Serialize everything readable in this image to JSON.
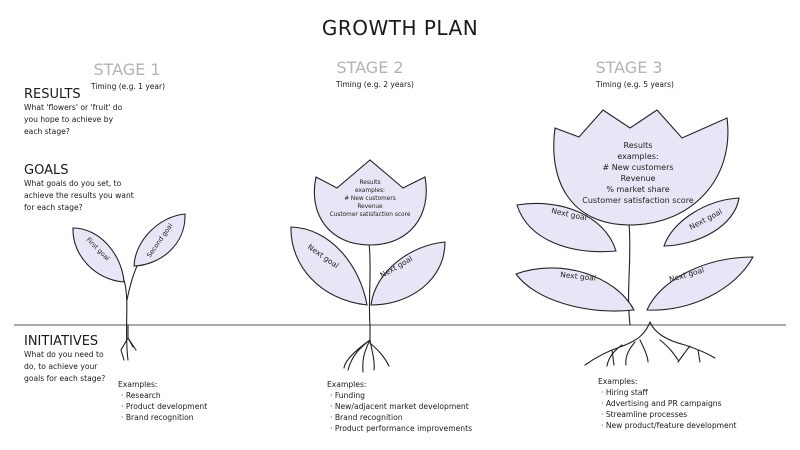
{
  "title": "GROWTH PLAN",
  "stages": [
    {
      "label": "STAGE 1",
      "timing": "Timing (e.g. 1 year)",
      "leaves": [
        "First goal",
        "Second goal"
      ],
      "examples_label": "Examples:",
      "examples": [
        "Research",
        "Product development",
        "Brand recognition"
      ]
    },
    {
      "label": "STAGE 2",
      "timing": "Timing (e.g. 2 years)",
      "flower": [
        "Results",
        "examples:",
        "# New customers",
        "Revenue",
        "Customer satisfaction score"
      ],
      "leaves": [
        "Next goal",
        "Next goal"
      ],
      "examples_label": "Examples:",
      "examples": [
        "Funding",
        "New/adjacent market development",
        "Brand recognition",
        "Product performance improvements"
      ]
    },
    {
      "label": "STAGE 3",
      "timing": "Timing (e.g. 5 years)",
      "flower": [
        "Results",
        "examples:",
        "# New customers",
        "Revenue",
        "% market share",
        "Customer satisfaction score"
      ],
      "leaves": [
        "Next goal",
        "Next goal",
        "Next goal",
        "Next goal"
      ],
      "examples_label": "Examples:",
      "examples": [
        "Hiring staff",
        "Advertising and PR campaigns",
        "Streamline processes",
        "New product/feature development"
      ]
    }
  ],
  "sections": {
    "results": {
      "heading": "RESULTS",
      "lines": [
        "What 'flowers' or 'fruit' do",
        "you hope to achieve by",
        "each stage?"
      ]
    },
    "goals": {
      "heading": "GOALS",
      "lines": [
        "What goals do you set, to",
        "achieve the results you want",
        "for each stage?"
      ]
    },
    "initiatives": {
      "heading": "INITIATIVES",
      "lines": [
        "What do you need to",
        "do, to achieve your",
        "goals for each stage?"
      ]
    }
  },
  "colors": {
    "leaf_fill": "#e7e6f6",
    "stage_label": "#b3b3b3"
  }
}
